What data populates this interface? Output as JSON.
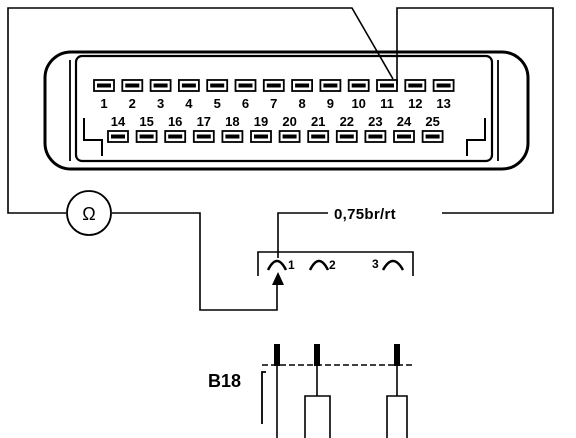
{
  "diagnostic_connector": {
    "top_row_pins": [
      "1",
      "2",
      "3",
      "4",
      "5",
      "6",
      "7",
      "8",
      "9",
      "10",
      "11",
      "12",
      "13"
    ],
    "bottom_row_pins": [
      "14",
      "15",
      "16",
      "17",
      "18",
      "19",
      "20",
      "21",
      "22",
      "23",
      "24",
      "25"
    ]
  },
  "meter": {
    "symbol": "Ω",
    "symbol_icon": "ohmmeter-icon"
  },
  "wire": {
    "label": "0,75br/rt"
  },
  "plug": {
    "terminals": [
      "1",
      "2",
      "3"
    ]
  },
  "component": {
    "label": "B18"
  }
}
